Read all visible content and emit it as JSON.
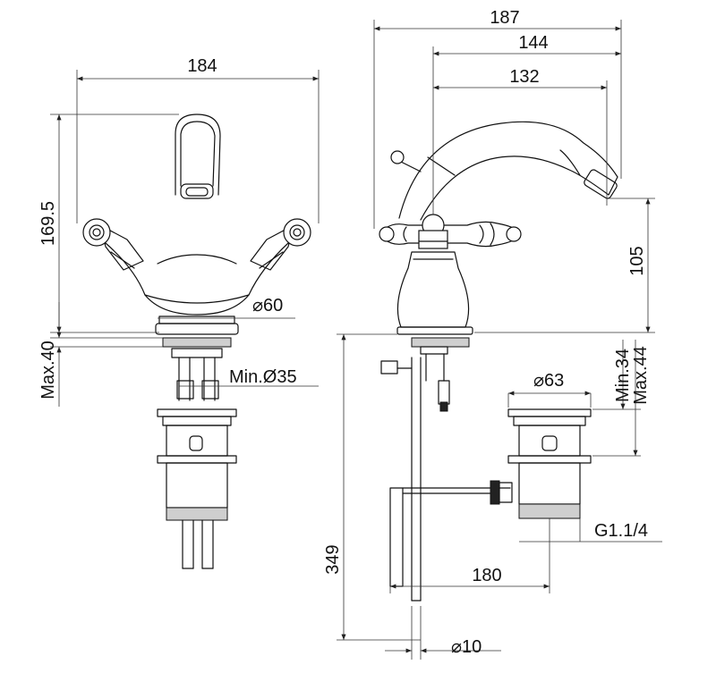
{
  "dimensions": {
    "front_width": "184",
    "front_height": "169.5",
    "base_diameter": "⌀60",
    "deck_thickness": "Max.40",
    "hole_diameter": "Min.Ø35",
    "side_total_width": "187",
    "side_width_a": "144",
    "side_width_b": "132",
    "spout_height": "105",
    "waste_diameter": "⌀63",
    "waste_min": "Min.34",
    "waste_max": "Max.44",
    "thread": "G1.1/4",
    "rod_length": "349",
    "rod_reach": "180",
    "rod_diameter": "⌀10"
  },
  "colors": {
    "line": "#111111",
    "hatch": "#cfcfcf",
    "background": "#ffffff"
  }
}
